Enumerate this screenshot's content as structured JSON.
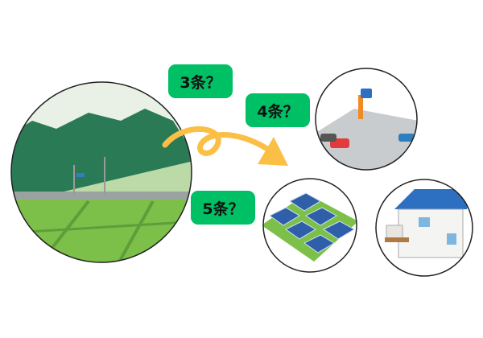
{
  "labels": {
    "article3": "3条？",
    "article4": "4条？",
    "article5": "5条？"
  },
  "colors": {
    "label_bg": "#00c065",
    "arrow": "#fbbf45",
    "field": "#7cc04a",
    "forest": "#2a7a55"
  }
}
